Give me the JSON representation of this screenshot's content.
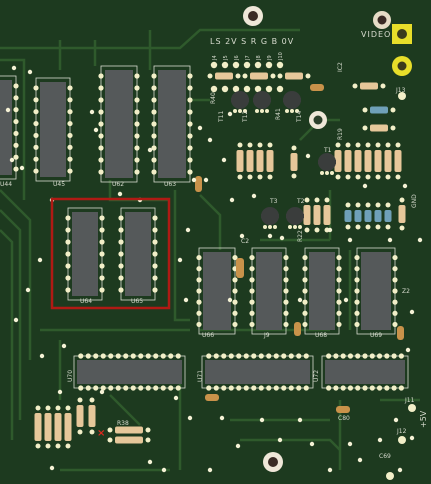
{
  "board": {
    "bg": "#1d3a1f",
    "trace": "#2f5a2c",
    "silk": "#d8dccf",
    "pad": "#f2efc8",
    "chip": "#55595a",
    "resistor": "#e6c79a",
    "highlight": "#b01a14",
    "gold": "#e8de2a"
  },
  "header": {
    "video": "VIDEO",
    "signals": "LS 2V S R G B 0V"
  },
  "pins": [
    "J4",
    "J5",
    "J6",
    "J7",
    "J8",
    "J9",
    "J10"
  ],
  "chips": {
    "u44": "U44",
    "u45": "U45",
    "u62": "U62",
    "u63": "U63",
    "u64": "U64",
    "u65": "U65",
    "u66": "U66",
    "u67": "J9",
    "u68": "U68",
    "u69": "U69",
    "u70": "U70",
    "u71": "U71",
    "u72": "U72"
  },
  "parts": {
    "r38": "R38",
    "r40": "R40",
    "r41": "R41",
    "r22": "R22",
    "r19": "R19",
    "t11": "T11",
    "t12": "T12",
    "t14": "T14",
    "t1": "T1",
    "t2": "T2",
    "t3": "T3",
    "c2": "C2",
    "c80": "C80",
    "c69": "C69",
    "j11": "J11",
    "j12": "J12",
    "j13": "J13",
    "z2": "Z2",
    "gnd": "GND",
    "pwr": "+5V",
    "ic2": "IC2"
  }
}
